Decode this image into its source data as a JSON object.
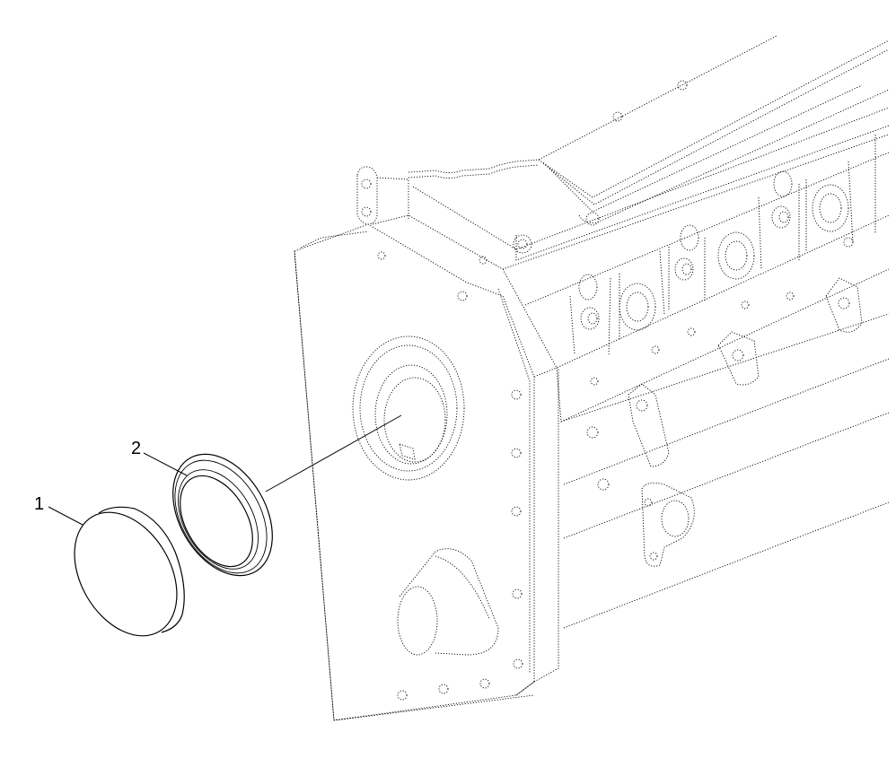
{
  "diagram": {
    "callouts": [
      {
        "id": "1",
        "label": "1",
        "part": "cover-cap"
      },
      {
        "id": "2",
        "label": "2",
        "part": "seal-ring"
      }
    ],
    "colors": {
      "line": "#000000",
      "background": "#ffffff"
    }
  }
}
